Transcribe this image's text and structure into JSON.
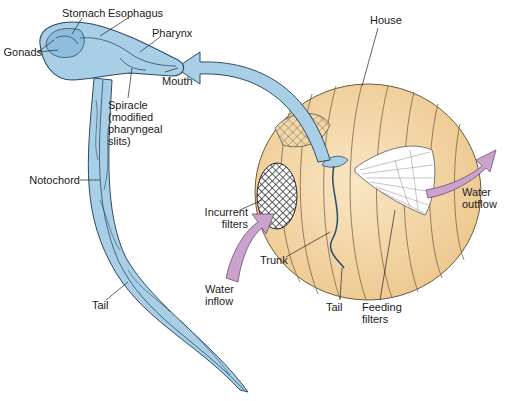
{
  "diagram": {
    "labels": [
      "Stomach",
      "Esophagus",
      "Gonads",
      "Pharynx",
      "Mouth",
      "Spiracle (modified pharyngeal slits)",
      "Notochord",
      "Tail",
      "House",
      "Incurrent filters",
      "Water outflow",
      "Trunk",
      "Water inflow",
      "Tail",
      "Feeding filters"
    ]
  }
}
